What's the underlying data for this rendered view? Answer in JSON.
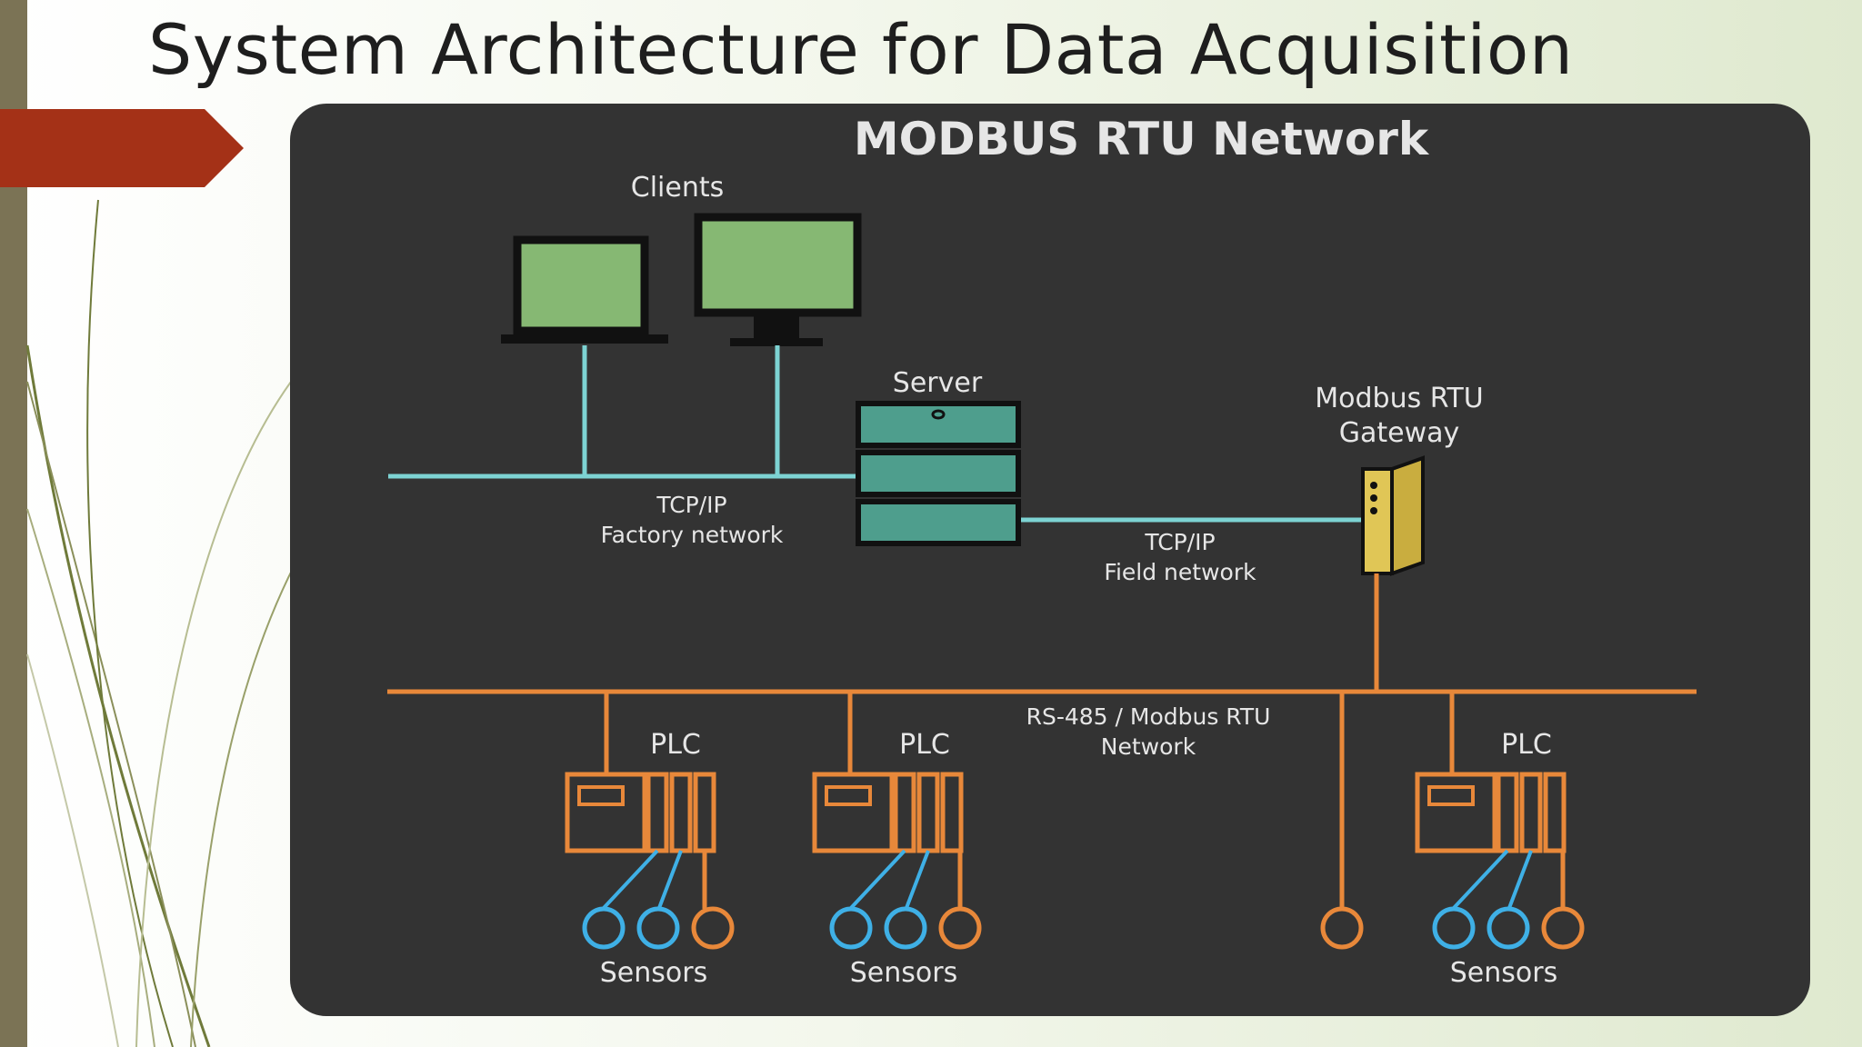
{
  "slide": {
    "title": "System Architecture for Data Acquisition"
  },
  "diagram": {
    "title": "MODBUS RTU Network",
    "clients_label": "Clients",
    "server_label": "Server",
    "gateway_label_line1": "Modbus RTU",
    "gateway_label_line2": "Gateway",
    "factory_network_line1": "TCP/IP",
    "factory_network_line2": "Factory network",
    "field_network_line1": "TCP/IP",
    "field_network_line2": "Field network",
    "rs485_line1": "RS-485 / Modbus RTU",
    "rs485_line2": "Network",
    "plcs": [
      {
        "label": "PLC",
        "sensors_label": "Sensors"
      },
      {
        "label": "PLC",
        "sensors_label": "Sensors"
      },
      {
        "label": "PLC",
        "sensors_label": "Sensors"
      }
    ]
  },
  "colors": {
    "panel_background": "#333333",
    "tcp_line": "#7dd3d3",
    "rs485_line": "#e8883a",
    "screen_green": "#86b873",
    "server_teal": "#4e9e8d",
    "gateway_yellow": "#e0c656",
    "sensor_blue": "#3fb0e6",
    "accent_red": "#a43117"
  },
  "icons": [
    "laptop-icon",
    "monitor-icon",
    "server-icon",
    "gateway-icon",
    "plc-icon",
    "sensor-icon"
  ]
}
